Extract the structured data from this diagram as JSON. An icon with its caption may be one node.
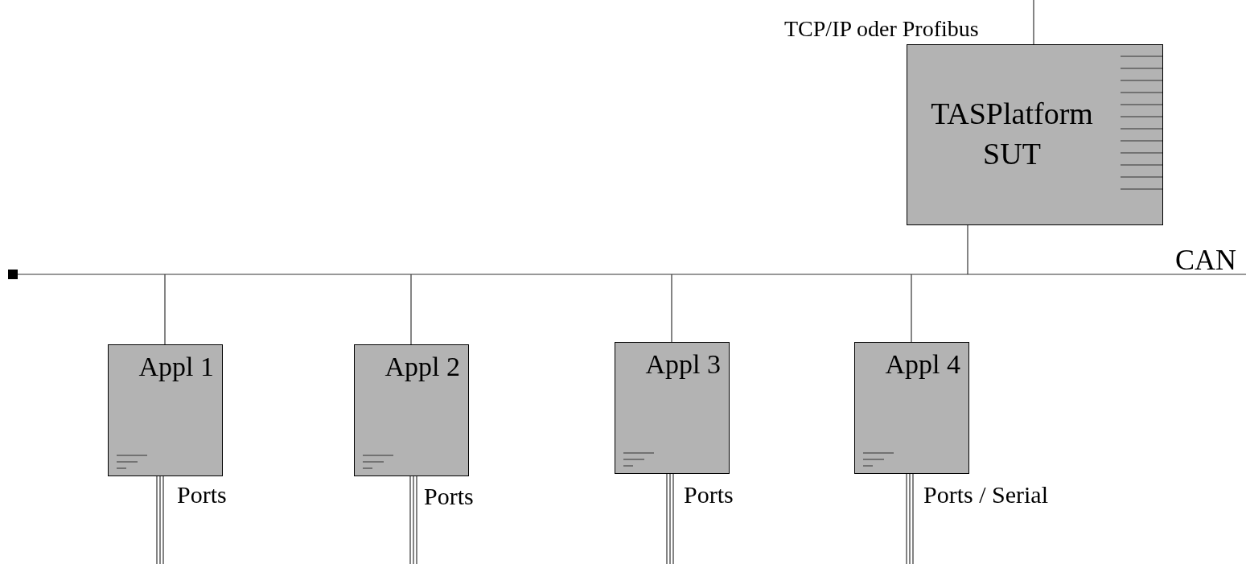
{
  "diagram": {
    "nodes": [
      {
        "text": [
          "TASPlatform SUT"
        ]
      },
      {
        "text": [],
        "shape": "bar",
        "beside": [
          "CAN"
        ]
      },
      {
        "text": [
          "Appl 1"
        ]
      },
      {
        "text": [
          "Appl 2"
        ]
      },
      {
        "text": [
          "Appl 3"
        ]
      },
      {
        "text": [
          "Appl 4"
        ]
      }
    ],
    "edges": [
      {
        "from": null,
        "to": 0,
        "arrow": "none",
        "label": "TCP/IP oder Profibus"
      },
      {
        "from": 0,
        "to": 1,
        "arrow": "none"
      },
      {
        "from": 1,
        "to": 2,
        "arrow": "none"
      },
      {
        "from": 1,
        "to": 3,
        "arrow": "none"
      },
      {
        "from": 1,
        "to": 4,
        "arrow": "none"
      },
      {
        "from": 1,
        "to": 5,
        "arrow": "none"
      },
      {
        "from": 2,
        "to": null,
        "arrow": "none",
        "label": "Ports"
      },
      {
        "from": 3,
        "to": null,
        "arrow": "none",
        "label": "Ports"
      },
      {
        "from": 4,
        "to": null,
        "arrow": "none",
        "label": "Ports"
      },
      {
        "from": 5,
        "to": null,
        "arrow": "none",
        "label": "Ports / Serial"
      }
    ]
  }
}
